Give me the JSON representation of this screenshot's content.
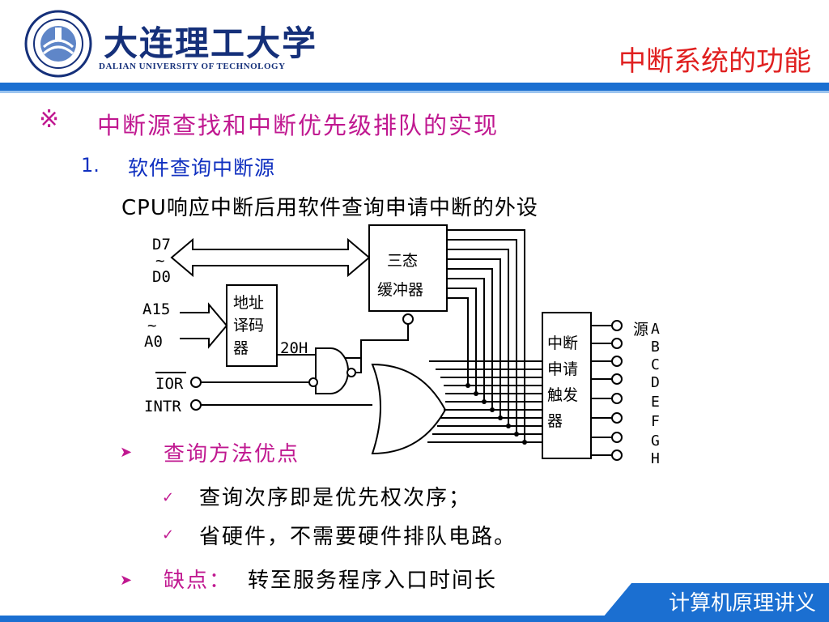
{
  "header": {
    "university_cn": "大连理工大学",
    "university_en": "DALIAN UNIVERSITY OF TECHNOLOGY",
    "title": "中断系统的功能"
  },
  "section": {
    "mark": "※",
    "heading": "中断源查找和中断优先级排队的实现",
    "sub_number": "1.",
    "sub_title": "软件查询中断源",
    "description": "CPU响应中断后用软件查询申请中断的外设"
  },
  "diagram": {
    "bus_top": "D7",
    "bus_tilde": "~",
    "bus_bottom": "D0",
    "addr_top": "A15",
    "addr_bottom": "A0",
    "buffer_line1": "三态",
    "buffer_line2": "缓冲器",
    "decoder_line1": "地址",
    "decoder_line2": "译码",
    "decoder_line3": "器",
    "addr_value": "20H",
    "ior": "IOR",
    "intr": "INTR",
    "trigger_line1": "中断",
    "trigger_line2": "申请",
    "trigger_line3": "触发",
    "trigger_line4": "器",
    "source_label": "源",
    "sources": [
      "A",
      "B",
      "C",
      "D",
      "E",
      "F",
      "G",
      "H"
    ]
  },
  "bullets": {
    "advantages_title": "查询方法优点",
    "advantages": [
      "查询次序即是优先权次序；",
      "省硬件，不需要硬件排队电路。"
    ],
    "disadvantage_label": "缺点：",
    "disadvantage_text": "转至服务程序入口时间长"
  },
  "footer": {
    "text": "计算机原理讲义"
  },
  "colors": {
    "brand_blue": "#1b6fd1",
    "title_red": "#e02020",
    "heading_magenta": "#c01890",
    "subheading_blue": "#1030c0"
  }
}
